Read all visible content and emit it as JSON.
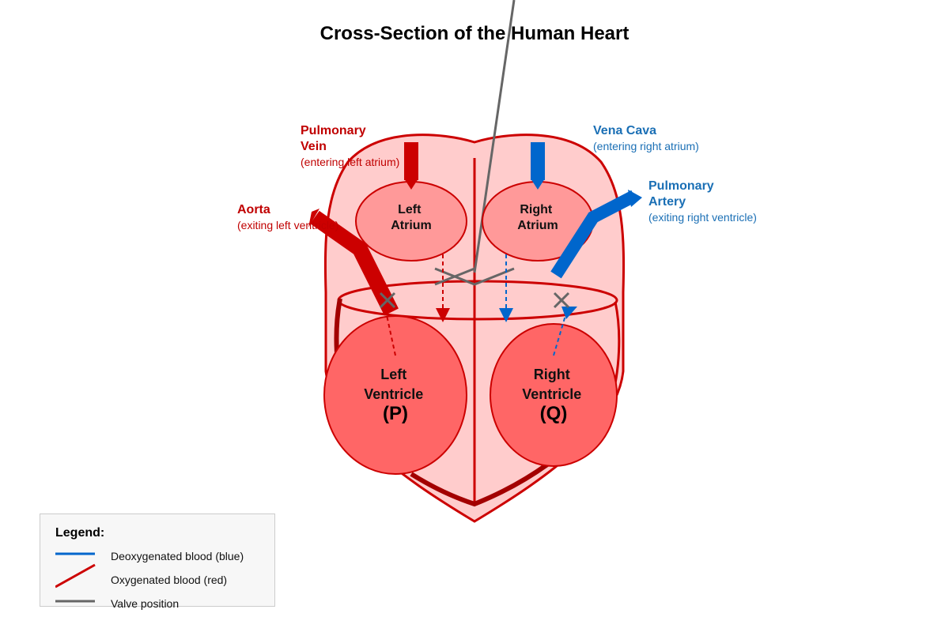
{
  "title": "Cross-Section of the Human Heart",
  "chambers": {
    "left_atrium": [
      "Left",
      "Atrium"
    ],
    "right_atrium": [
      "Right",
      "Atrium"
    ],
    "left_ventricle": [
      "Left",
      "Ventricle",
      "(P)"
    ],
    "right_ventricle": [
      "Right",
      "Ventricle",
      "(Q)"
    ]
  },
  "vessels": {
    "pulmonary_vein": {
      "name": [
        "Pulmonary",
        "Vein"
      ],
      "note": "(entering left atrium)"
    },
    "aorta": {
      "name": [
        "Aorta"
      ],
      "note": "(exiting left ventricle)"
    },
    "vena_cava": {
      "name": [
        "Vena Cava"
      ],
      "note": "(entering right atrium)"
    },
    "pulmonary_artery": {
      "name": [
        "Pulmonary",
        "Artery"
      ],
      "note": "(exiting right ventricle)"
    }
  },
  "legend": {
    "title": "Legend:",
    "items": [
      {
        "label": "Deoxygenated blood (blue)",
        "color": "#0066cc"
      },
      {
        "label": "Oxygenated blood (red)",
        "color": "#cc0000"
      },
      {
        "label": "Valve position",
        "color": "#666666"
      }
    ]
  },
  "colors": {
    "oxygenated": "#cc0000",
    "deoxygenated": "#0066cc",
    "oxygenated_label": "#c00000",
    "deoxygenated_label": "#1a6fb5",
    "valve": "#666666",
    "heart_fill": "#ffcccc",
    "chamber_fill": "#ff9999",
    "ventricle_fill": "#ff6666"
  }
}
